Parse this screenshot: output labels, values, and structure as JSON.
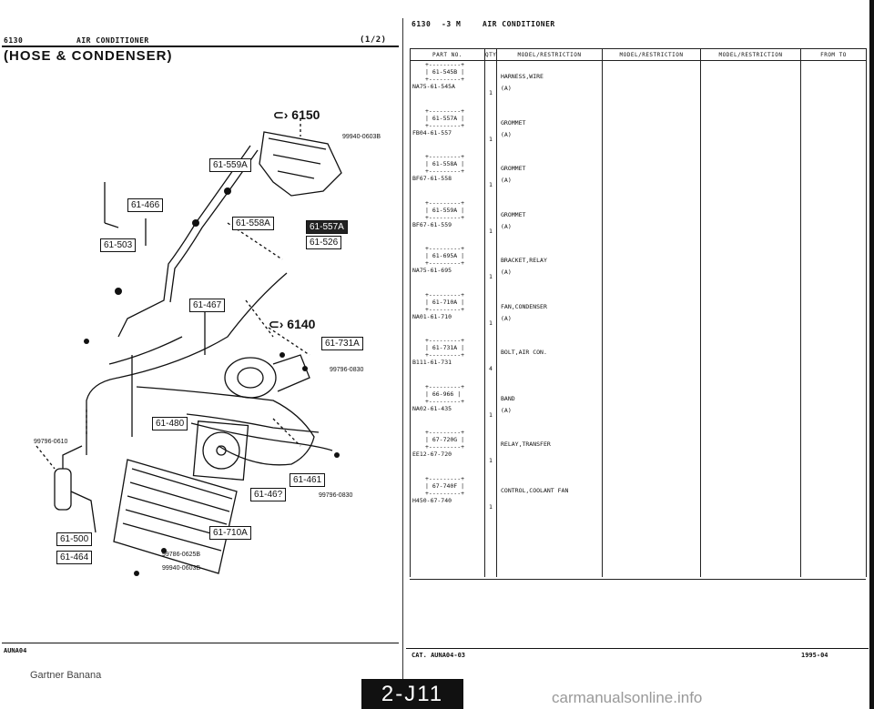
{
  "left_page": {
    "header_code": "6130",
    "header_title": "AIR CONDITIONER",
    "page_indicator": "(1/2)",
    "section_title": "(HOSE & CONDENSER)",
    "group_labels": [
      "6150",
      "6140"
    ],
    "callouts": [
      "61-559A",
      "61-466",
      "61-503",
      "61-558A",
      "61-557A",
      "61-526",
      "61-467",
      "61-731A",
      "61-480",
      "61-461",
      "61-46?",
      "61-710A",
      "61-500",
      "61-464"
    ],
    "part_numbers": [
      "99940-0603B",
      "99796-0830",
      "99796-0610",
      "99796-0830",
      "99786-0625B",
      "99940-0603B"
    ],
    "footer_code": "AUNA04"
  },
  "right_page": {
    "header_code": "6130",
    "header_sub": "-3 M",
    "header_title": "AIR CONDITIONER",
    "columns": [
      "PART NO.",
      "QTY",
      "MODEL/RESTRICTION",
      "MODEL/RESTRICTION",
      "MODEL/RESTRICTION",
      "FROM TO"
    ],
    "rows": [
      {
        "ref": "61-545B",
        "part_no": "NA75-61-545A",
        "qty": "1",
        "desc1": "HARNESS,WIRE",
        "desc2": "(A)"
      },
      {
        "ref": "61-557A",
        "part_no": "FB04-61-557",
        "qty": "1",
        "desc1": "GROMMET",
        "desc2": "(A)"
      },
      {
        "ref": "61-558A",
        "part_no": "BF67-61-558",
        "qty": "1",
        "desc1": "GROMMET",
        "desc2": "(A)"
      },
      {
        "ref": "61-559A",
        "part_no": "BF67-61-559",
        "qty": "1",
        "desc1": "GROMMET",
        "desc2": "(A)"
      },
      {
        "ref": "61-695A",
        "part_no": "NA75-61-695",
        "qty": "1",
        "desc1": "BRACKET,RELAY",
        "desc2": "(A)"
      },
      {
        "ref": "61-710A",
        "part_no": "NA01-61-710",
        "qty": "1",
        "desc1": "FAN,CONDENSER",
        "desc2": "(A)"
      },
      {
        "ref": "61-731A",
        "part_no": "B111-61-731",
        "qty": "4",
        "desc1": "BOLT,AIR CON.",
        "desc2": ""
      },
      {
        "ref": "66-966",
        "part_no": "NA02-61-435",
        "qty": "1",
        "desc1": "BAND",
        "desc2": "(A)"
      },
      {
        "ref": "67-720G",
        "part_no": "EE12-67-720",
        "qty": "1",
        "desc1": "RELAY,TRANSFER",
        "desc2": ""
      },
      {
        "ref": "67-740F",
        "part_no": "H450-67-740",
        "qty": "1",
        "desc1": "CONTROL,COOLANT FAN",
        "desc2": ""
      }
    ],
    "footer_cat": "CAT. AUNA04-03",
    "footer_date": "1995-04"
  },
  "tab_label": "2-J11",
  "gartner_label": "Gartner Banana",
  "watermark": "carmanualsonline.info"
}
